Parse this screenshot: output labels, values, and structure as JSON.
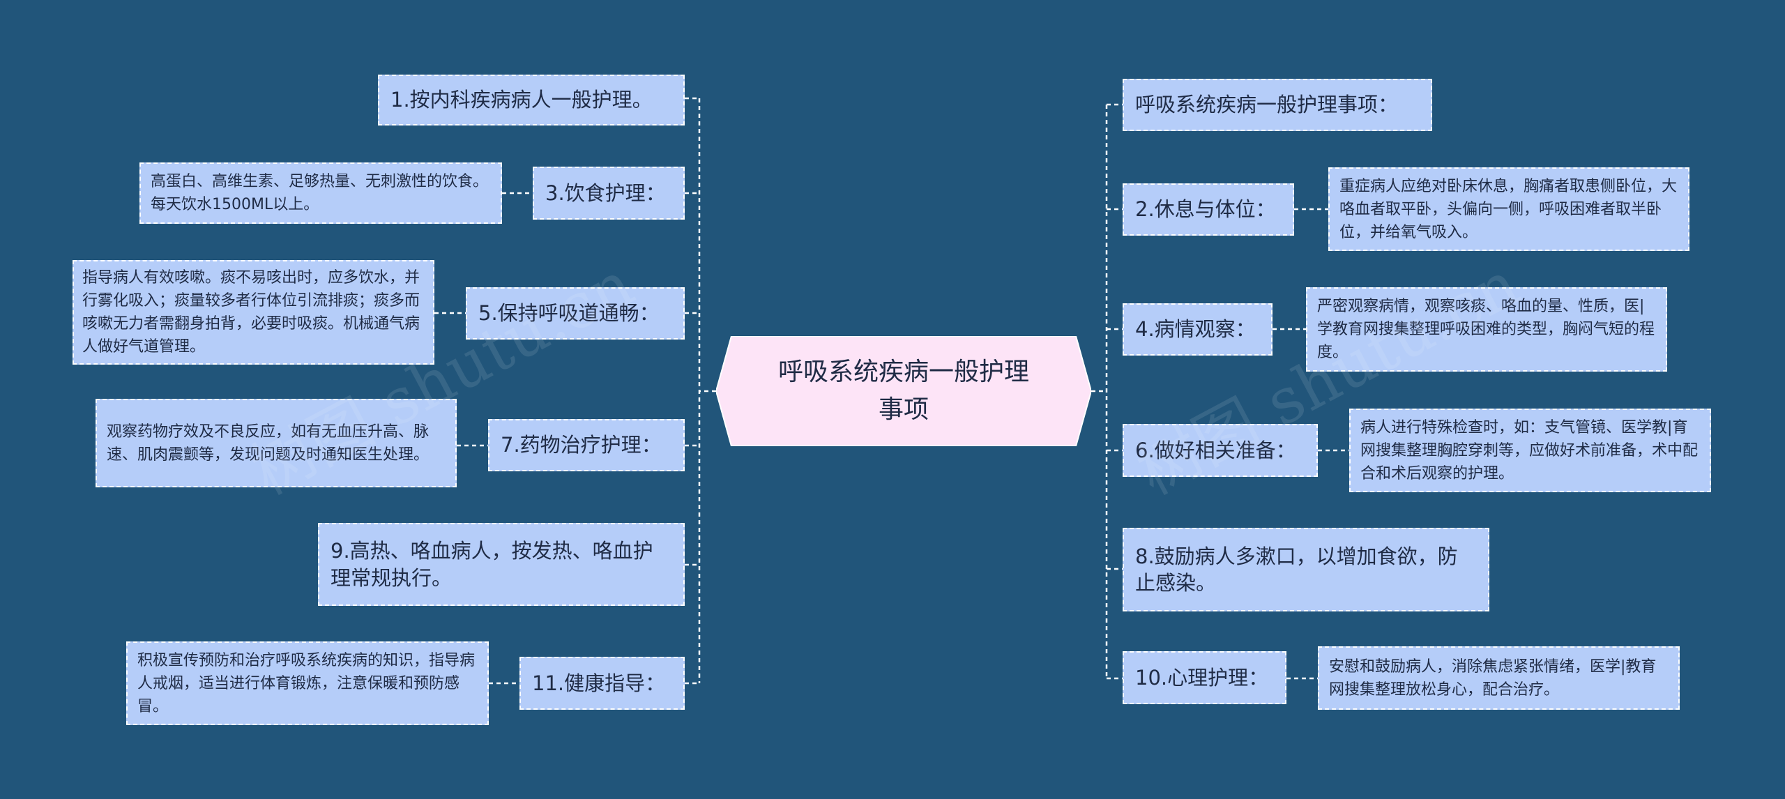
{
  "center": {
    "title": "呼吸系统疾病一般护理事项"
  },
  "left": {
    "b1": {
      "text": "1.按内科疾病病人一般护理。"
    },
    "b3": {
      "text": "3.饮食护理：",
      "leaf": "高蛋白、高维生素、足够热量、无刺激性的饮食。每天饮水1500ML以上。"
    },
    "b5": {
      "text": "5.保持呼吸道通畅：",
      "leaf": "指导病人有效咳嗽。痰不易咳出时，应多饮水，并行雾化吸入；痰量较多者行体位引流排痰；痰多而咳嗽无力者需翻身拍背，必要时吸痰。机械通气病人做好气道管理。"
    },
    "b7": {
      "text": "7.药物治疗护理：",
      "leaf": "观察药物疗效及不良反应，如有无血压升高、脉速、肌肉震颤等，发现问题及时通知医生处理。"
    },
    "b9": {
      "text": "9.高热、咯血病人，按发热、咯血护理常规执行。"
    },
    "b11": {
      "text": "11.健康指导：",
      "leaf": "积极宣传预防和治疗呼吸系统疾病的知识，指导病人戒烟，适当进行体育锻炼，注意保暖和预防感冒。"
    }
  },
  "right": {
    "r0": {
      "text": "呼吸系统疾病一般护理事项："
    },
    "r2": {
      "text": "2.休息与体位：",
      "leaf": "重症病人应绝对卧床休息，胸痛者取患侧卧位，大咯血者取平卧，头偏向一侧，呼吸困难者取半卧位，并给氧气吸入。"
    },
    "r4": {
      "text": "4.病情观察：",
      "leaf": "严密观察病情，观察咳痰、咯血的量、性质，医|学教育网搜集整理呼吸困难的类型，胸闷气短的程度。"
    },
    "r6": {
      "text": "6.做好相关准备：",
      "leaf": "病人进行特殊检查时，如：支气管镜、医学教|育网搜集整理胸腔穿刺等，应做好术前准备，术中配合和术后观察的护理。"
    },
    "r8": {
      "text": "8.鼓励病人多漱口，以增加食欲，防止感染。"
    },
    "r10": {
      "text": "10.心理护理：",
      "leaf": "安慰和鼓励病人，消除焦虑紧张情绪，医学|教育网搜集整理放松身心，配合治疗。"
    }
  },
  "watermark": [
    "树图 shutu.cn",
    "树图 shutu.cn"
  ],
  "colors": {
    "background": "#21557a",
    "node_fill": "#b5cdf9",
    "center_fill": "#fde4f7",
    "line": "#ffffff"
  }
}
